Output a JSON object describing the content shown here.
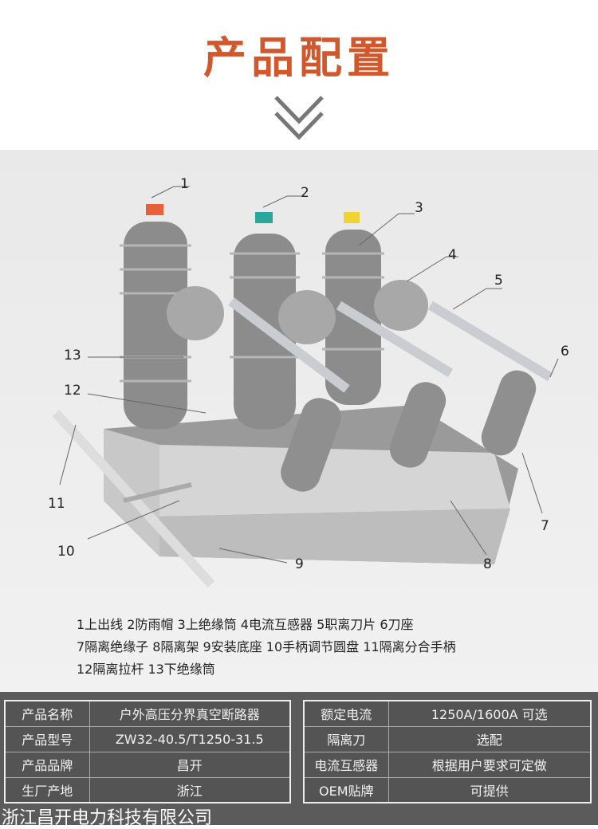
{
  "title": "产品配置",
  "callouts": [
    "1",
    "2",
    "3",
    "4",
    "5",
    "6",
    "7",
    "8",
    "9",
    "10",
    "11",
    "12",
    "13"
  ],
  "legend": [
    "1上出线  2防雨帽  3上绝缘筒  4电流互感器  5职离刀片  6刀座",
    "7隔离绝缘子  8隔离架  9安装底座  10手柄调节圆盘  11隔离分合手柄",
    "12隔离拉杆   13下绝缘筒"
  ],
  "spec_left": [
    [
      "产品名称",
      "户外高压分界真空断路器"
    ],
    [
      "产品型号",
      "ZW32-40.5/T1250-31.5"
    ],
    [
      "产品品牌",
      "昌开"
    ],
    [
      "生厂产地",
      "浙江"
    ]
  ],
  "spec_right": [
    [
      "额定电流",
      "1250A/1600A 可选"
    ],
    [
      "隔离刀",
      "选配"
    ],
    [
      "电流互感器",
      "根据用户要求可定做"
    ],
    [
      "OEM贴牌",
      "可提供"
    ]
  ],
  "company": "浙江昌开电力科技有限公司",
  "colors": {
    "title": "#d2572a",
    "band": "#5b5b5b"
  }
}
